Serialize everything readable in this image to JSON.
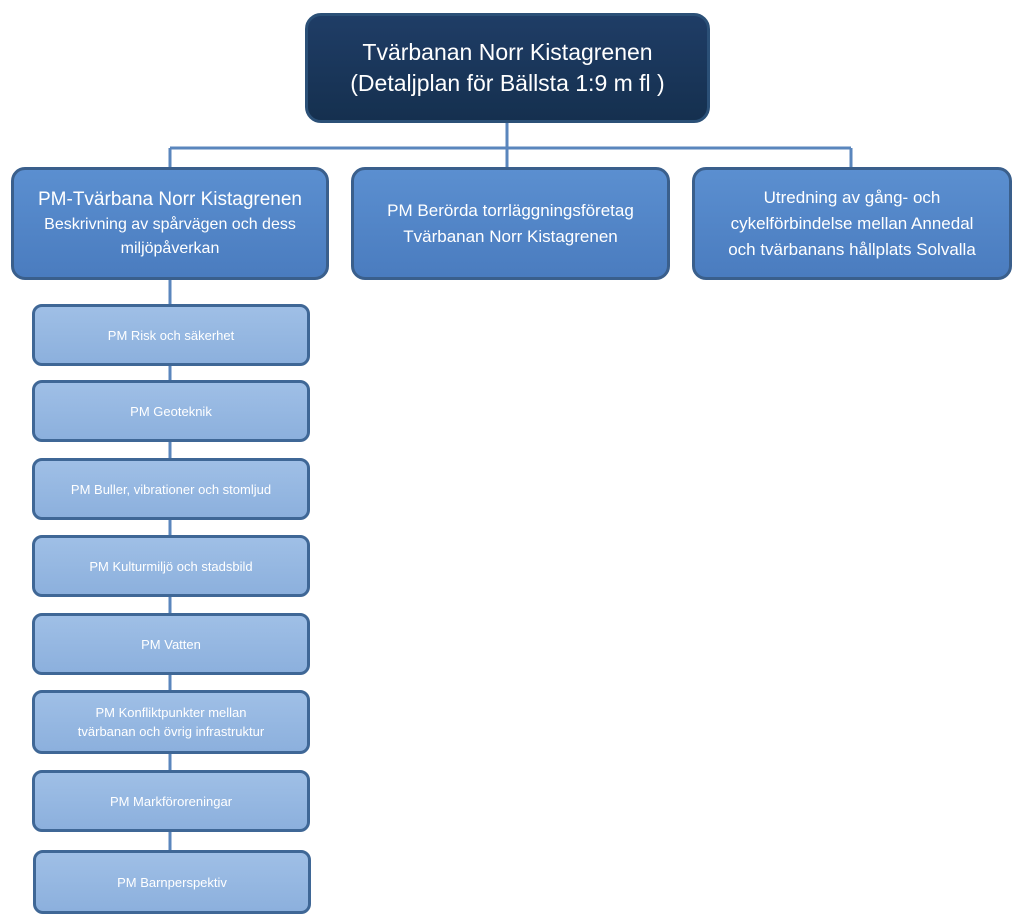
{
  "diagram": {
    "root": {
      "lines": [
        "Tvärbanan Norr Kistagrenen",
        "(Detaljplan för Bällsta 1:9 m fl )"
      ]
    },
    "branches": [
      {
        "lines": [
          "PM-Tvärbana Norr Kistagrenen",
          "Beskrivning av spårvägen och dess",
          "miljöpåverkan"
        ]
      },
      {
        "lines": [
          "PM Berörda torrläggningsföretag",
          "Tvärbanan Norr Kistagrenen"
        ]
      },
      {
        "lines": [
          "Utredning av gång- och",
          "cykelförbindelse mellan Annedal",
          "och tvärbanans hållplats Solvalla"
        ]
      }
    ],
    "sub_items": [
      {
        "lines": [
          "PM Risk och säkerhet"
        ]
      },
      {
        "lines": [
          "PM Geoteknik"
        ]
      },
      {
        "lines": [
          "PM Buller, vibrationer och stomljud"
        ]
      },
      {
        "lines": [
          "PM Kulturmiljö och stadsbild"
        ]
      },
      {
        "lines": [
          "PM Vatten"
        ]
      },
      {
        "lines": [
          "PM Konfliktpunkter mellan",
          "tvärbanan och övrig infrastruktur"
        ]
      },
      {
        "lines": [
          "PM Markföroreningar"
        ]
      },
      {
        "lines": [
          "PM Barnperspektiv"
        ]
      }
    ],
    "colors": {
      "root_fill": "#1b3a5f",
      "branch_fill": "#4f81c2",
      "sub_fill": "#95b7e1",
      "connector": "#5a86bd",
      "border": "#3a5f8c"
    }
  }
}
